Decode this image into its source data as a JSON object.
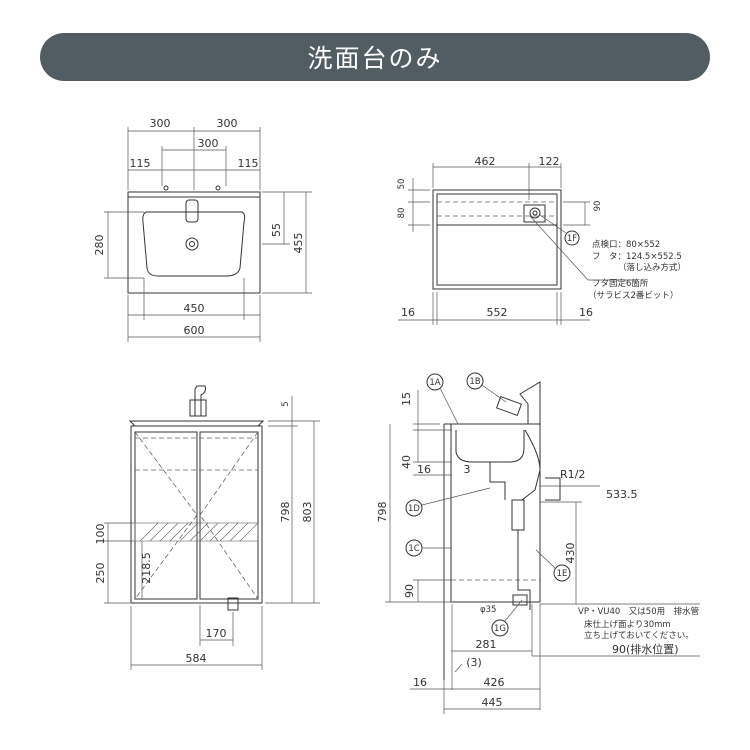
{
  "header": {
    "title": "洗面台のみ"
  },
  "top_view": {
    "dims": {
      "w300_left": "300",
      "w300_right": "300",
      "w300_center": "300",
      "w115_left": "115",
      "w115_right": "115",
      "h280": "280",
      "h55": "55",
      "h455": "455",
      "w450": "450",
      "w600": "600"
    }
  },
  "side_top_view": {
    "dims": {
      "w462": "462",
      "w122": "122",
      "h50": "50",
      "h80": "80",
      "h90": "90",
      "w16_left": "16",
      "w552": "552",
      "w16_right": "16"
    },
    "callout_1f": "1F",
    "notes": {
      "inspection": "点検口：80×552",
      "lid": "フ　タ：124.5×552.5",
      "lid_type": "（落し込み方式）",
      "lid_fix": "フタ固定6箇所",
      "screw": "（サラビス2番ビット）"
    }
  },
  "front_view": {
    "dims": {
      "h5": "5",
      "h798": "798",
      "h803": "803",
      "h100": "100",
      "h250": "250",
      "h218_5": "218.5",
      "w170": "170",
      "w584": "584"
    }
  },
  "section_view": {
    "callouts": {
      "c1a": "1A",
      "c1b": "1B",
      "c1c": "1C",
      "c1d": "1D",
      "c1e": "1E",
      "c1g": "1G"
    },
    "dims": {
      "h15": "15",
      "h40": "40",
      "w16_a": "16",
      "n3": "3",
      "h798": "798",
      "h90": "90",
      "r12": "R1/2",
      "h533_5": "533.5",
      "h430": "430",
      "phi35": "φ35",
      "w281": "281",
      "w90": "90(排水位置)",
      "n3b": "(3)",
      "w16_b": "16",
      "w426": "426",
      "w445": "445"
    },
    "notes": {
      "drain": "VP・VU40　又は50用　排水管",
      "note1": "床仕上げ面より30mm",
      "note2": "立ち上げておいてください。"
    }
  }
}
